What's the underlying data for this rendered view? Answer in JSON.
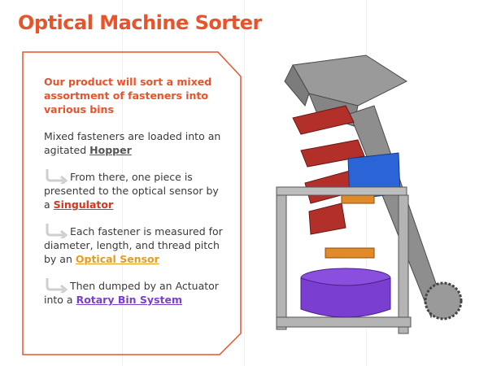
{
  "title": "Optical Machine Sorter",
  "headline": "Our product will sort a mixed assortment of fasteners into various bins",
  "steps": [
    {
      "text_before": "Mixed fasteners are loaded into an agitated ",
      "keyword": "Hopper",
      "text_after": ""
    },
    {
      "text_before": "From there, one piece is presented to the optical sensor by a ",
      "keyword": "Singulator",
      "text_after": ""
    },
    {
      "text_before": "Each fastener is measured for diameter, length, and thread pitch by an ",
      "keyword": "Optical Sensor",
      "text_after": ""
    },
    {
      "text_before": "Then dumped by an Actuator into a ",
      "keyword": "Rotary Bin System",
      "text_after": ""
    }
  ],
  "colors": {
    "accent": "#e8532b",
    "hopper": "#555555",
    "singulator": "#d6341c",
    "sensor": "#e89a1d",
    "bin": "#7a3fd0"
  },
  "icons": [
    "arrow-return-icon"
  ]
}
